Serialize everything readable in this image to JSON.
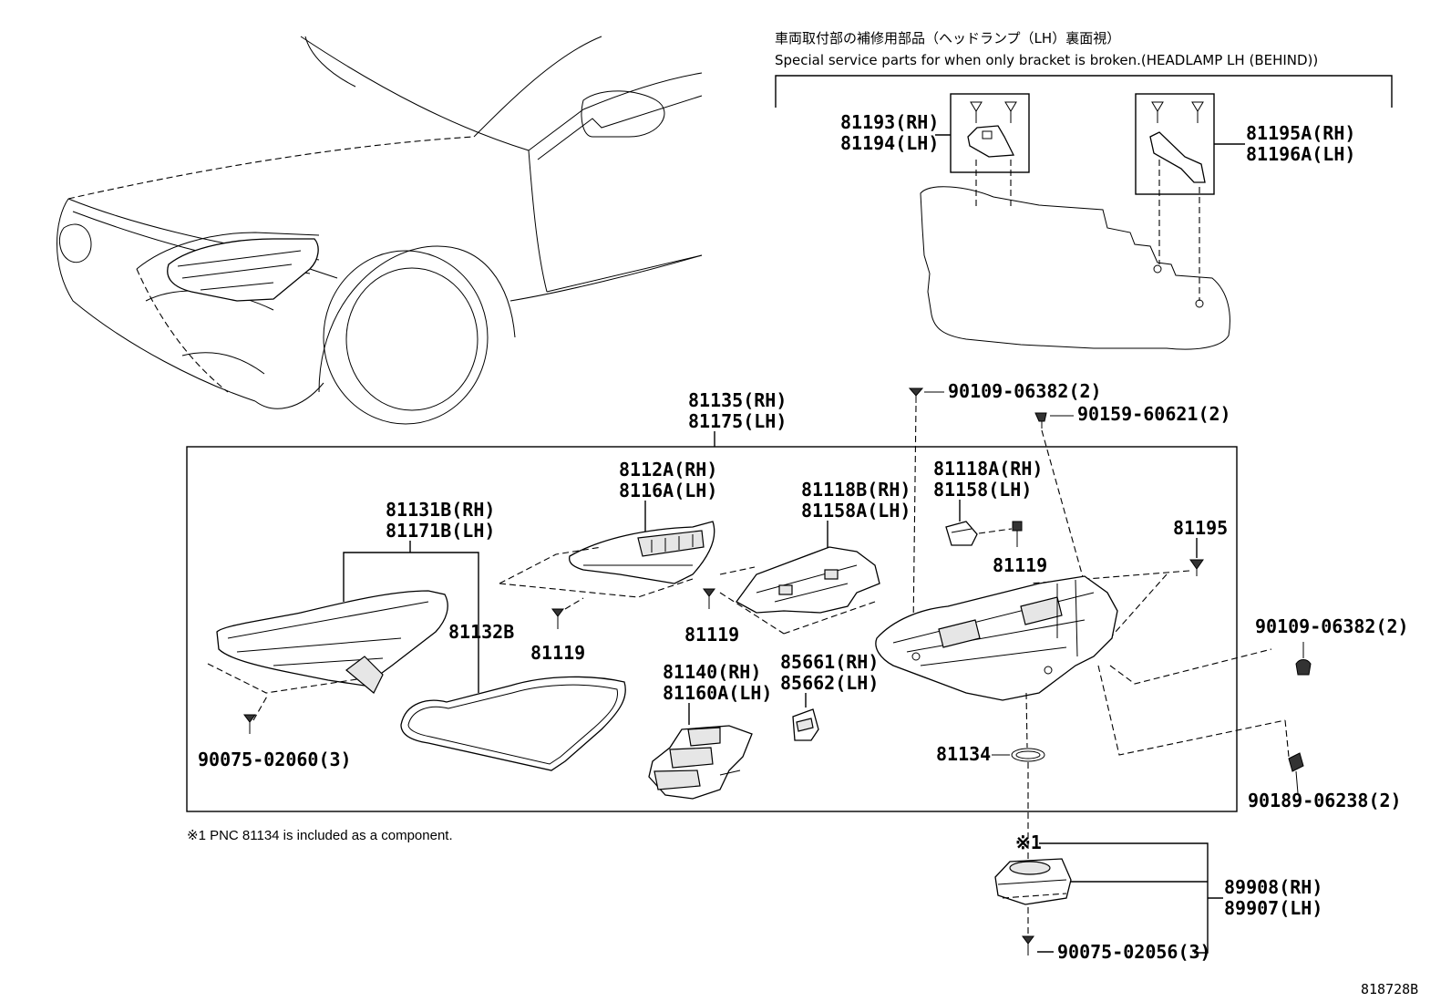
{
  "header": {
    "jp": "車両取付部の補修用部品（ヘッドランプ（LH）裏面視）",
    "en": "Special service parts for when only bracket is broken.(HEADLAMP LH (BEHIND))"
  },
  "labels": {
    "p81193": "81193(RH)",
    "p81194": "81194(LH)",
    "p81195A": "81195A(RH)",
    "p81196A": "81196A(LH)",
    "p81135": "81135(RH)",
    "p81175": "81175(LH)",
    "p90109a": "90109-06382(2)",
    "p90159": "90159-60621(2)",
    "p8112A": "8112A(RH)",
    "p8116A": "8116A(LH)",
    "p81118B": "81118B(RH)",
    "p81158A": "81158A(LH)",
    "p81118A": "81118A(RH)",
    "p81158": "81158(LH)",
    "p81131B": "81131B(RH)",
    "p81171B": "81171B(LH)",
    "p81195": "81195",
    "p81119a": "81119",
    "p81119b": "81119",
    "p81119c": "81119",
    "p81132B": "81132B",
    "p90109b": "90109-06382(2)",
    "p81140": "81140(RH)",
    "p81160A": "81160A(LH)",
    "p85661": "85661(RH)",
    "p85662": "85662(LH)",
    "p90075a": "90075-02060(3)",
    "p81134": "81134",
    "p90189": "90189-06238(2)",
    "mark1": "※1",
    "p89908": "89908(RH)",
    "p89907": "89907(LH)",
    "p90075b": "90075-02056(3)"
  },
  "footnote": "※1 PNC 81134 is included as a component.",
  "figure_id": "818728B"
}
